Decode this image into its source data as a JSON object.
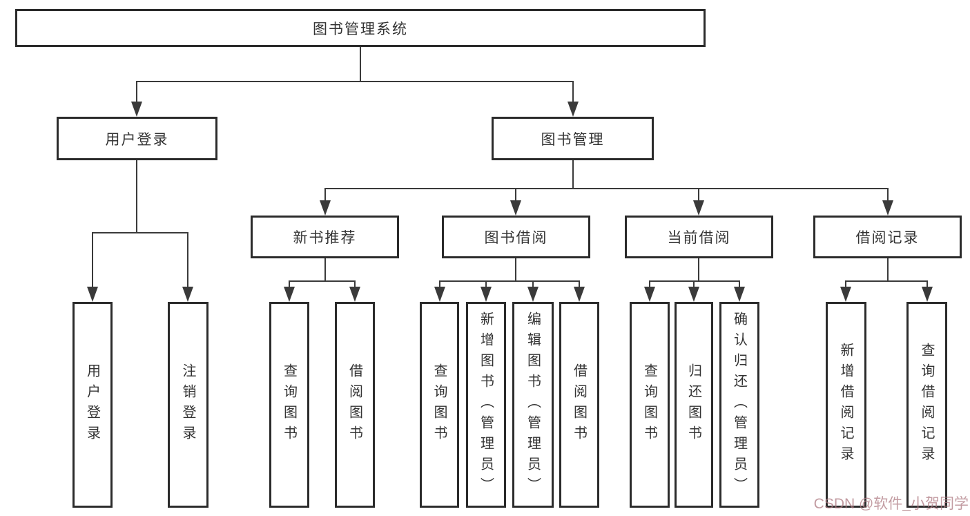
{
  "diagram": {
    "root": {
      "label": "图书管理系统"
    },
    "level2": [
      {
        "label": "用户登录"
      },
      {
        "label": "图书管理"
      }
    ],
    "level3": [
      {
        "label": "新书推荐",
        "parent": "图书管理"
      },
      {
        "label": "图书借阅",
        "parent": "图书管理"
      },
      {
        "label": "当前借阅",
        "parent": "图书管理"
      },
      {
        "label": "借阅记录",
        "parent": "图书管理"
      }
    ],
    "leaves": [
      {
        "label": "用户登录",
        "parent": "用户登录"
      },
      {
        "label": "注销登录",
        "parent": "用户登录"
      },
      {
        "label": "查询图书",
        "parent": "新书推荐"
      },
      {
        "label": "借阅图书",
        "parent": "新书推荐"
      },
      {
        "label": "查询图书",
        "parent": "图书借阅"
      },
      {
        "label": "新增图书（管理员）",
        "parent": "图书借阅"
      },
      {
        "label": "编辑图书（管理员）",
        "parent": "图书借阅"
      },
      {
        "label": "借阅图书",
        "parent": "图书借阅"
      },
      {
        "label": "查询图书",
        "parent": "当前借阅"
      },
      {
        "label": "归还图书",
        "parent": "当前借阅"
      },
      {
        "label": "确认归还（管理员）",
        "parent": "当前借阅"
      },
      {
        "label": "新增借阅记录",
        "parent": "借阅记录"
      },
      {
        "label": "查询借阅记录",
        "parent": "借阅记录"
      }
    ],
    "colors": {
      "box_border": "#2b2b2b",
      "connector": "#3a3a3a",
      "text": "#333333",
      "background": "#ffffff"
    }
  },
  "watermark": {
    "text": "CSDN @软件_小贺同学",
    "color": "#ad7a82"
  }
}
